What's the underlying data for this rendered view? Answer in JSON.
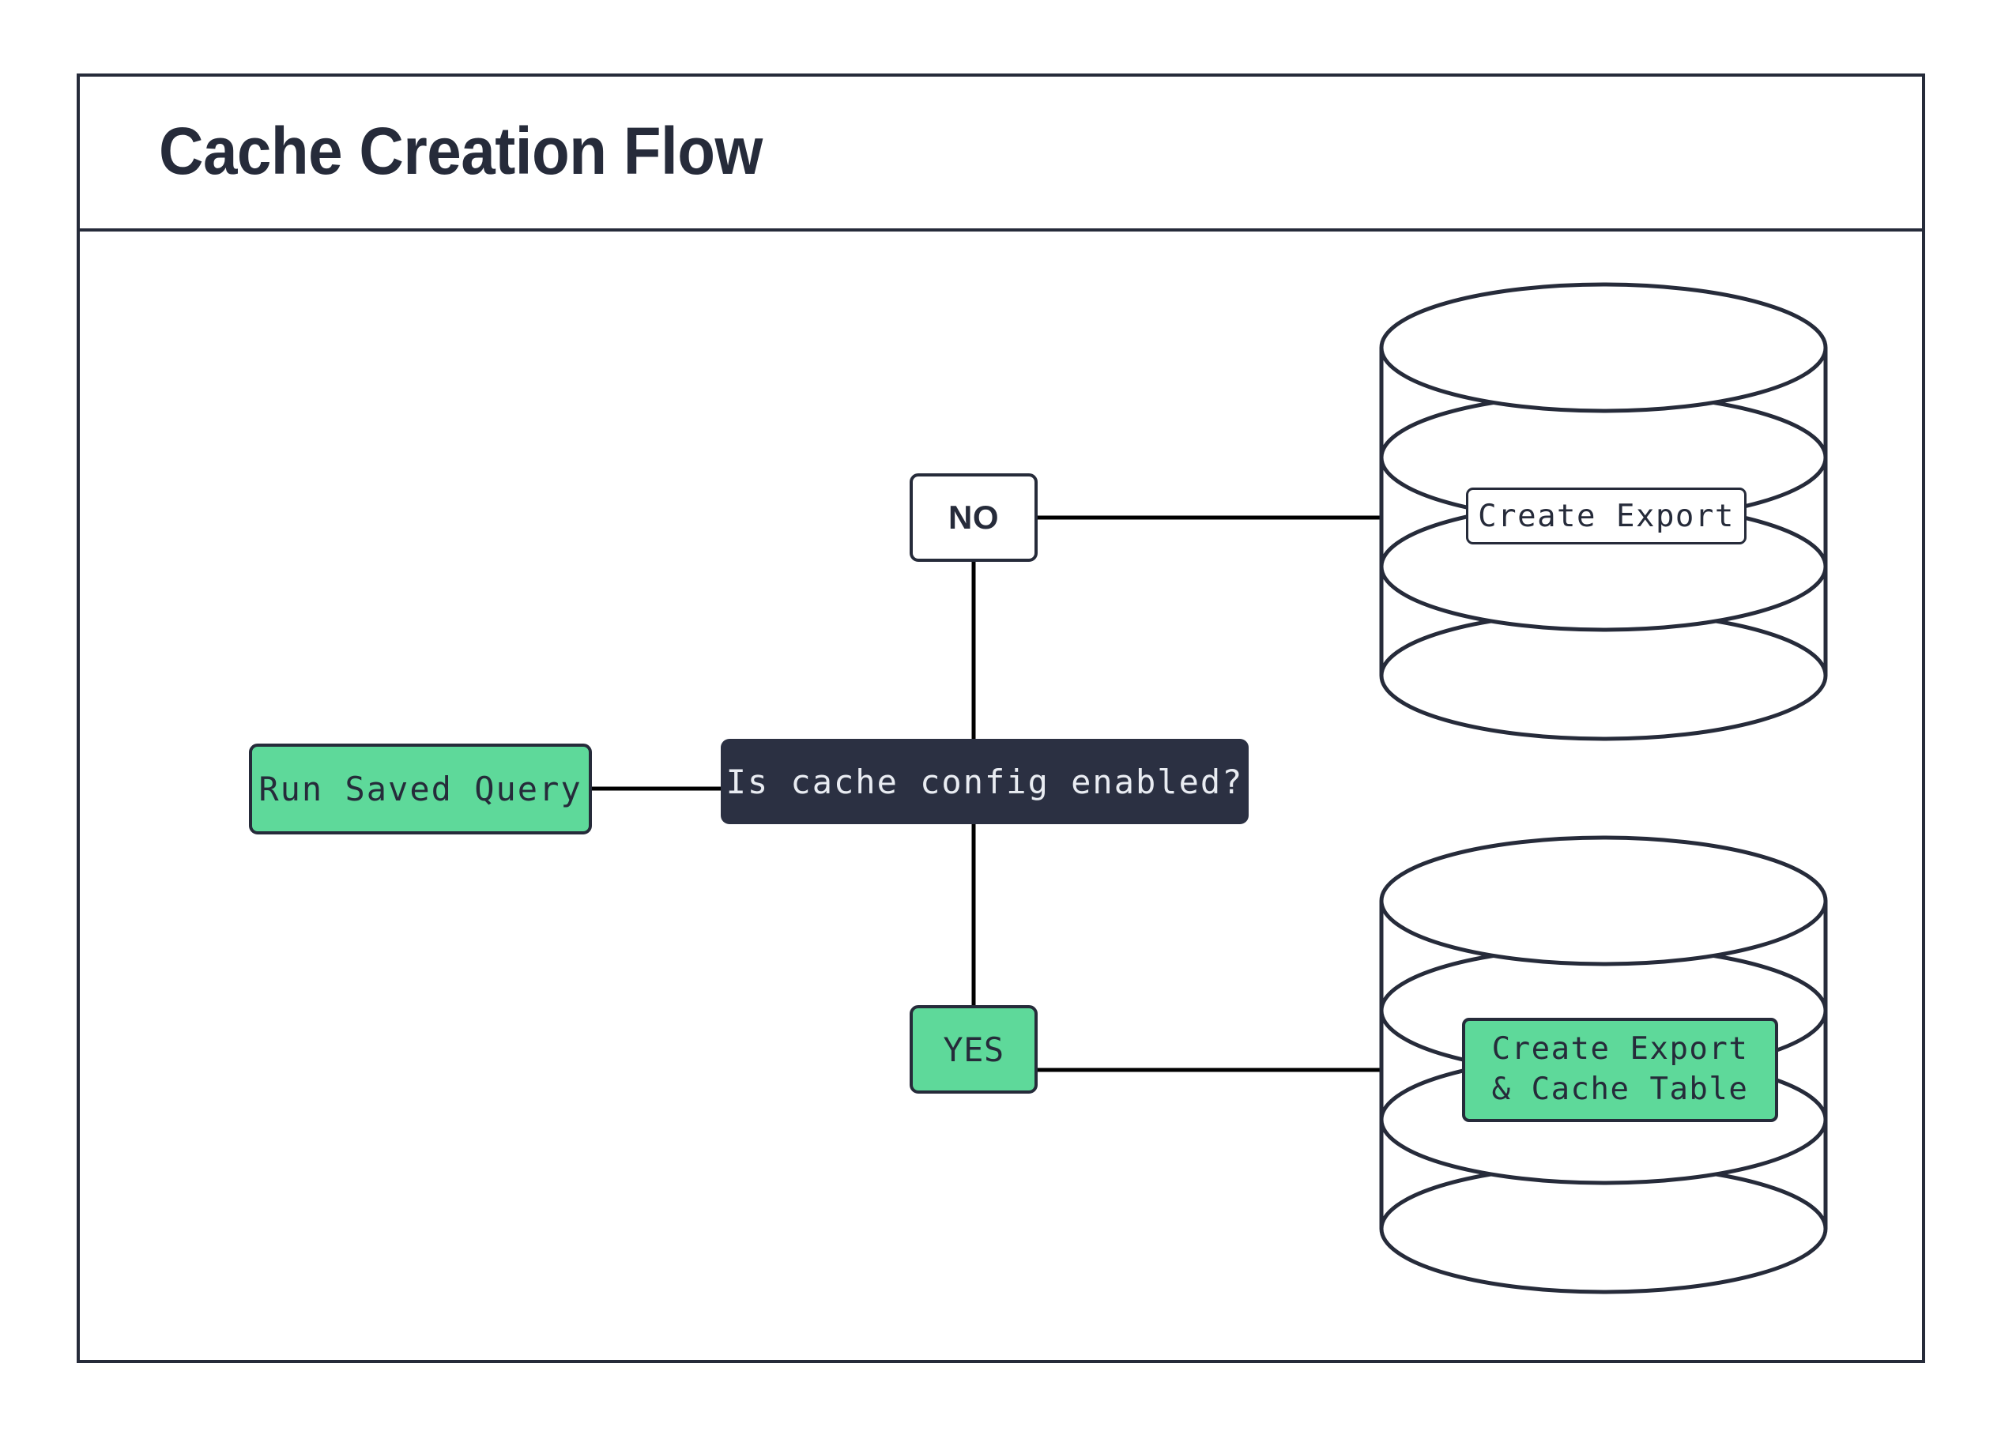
{
  "diagram": {
    "title": "Cache Creation Flow",
    "type": "flowchart",
    "colors": {
      "accent_green": "#5ed99a",
      "dark_navy": "#262b3a",
      "decision_fill": "#2b3042",
      "canvas": "#ffffff",
      "connector": "#000000"
    },
    "nodes": [
      {
        "id": "run-saved-query",
        "label": "Run Saved Query",
        "shape": "rounded-rect",
        "style": "green"
      },
      {
        "id": "decision",
        "label": "Is cache config enabled?",
        "shape": "rounded-rect",
        "style": "dark"
      },
      {
        "id": "branch-no",
        "label": "NO",
        "shape": "rounded-rect",
        "style": "white"
      },
      {
        "id": "branch-yes",
        "label": "YES",
        "shape": "rounded-rect",
        "style": "green"
      },
      {
        "id": "database-export",
        "label": "Create Export",
        "shape": "database-cylinder",
        "style": "white"
      },
      {
        "id": "database-export-cache",
        "label": "Create Export\n& Cache Table",
        "label_line1": "Create Export",
        "label_line2": "& Cache Table",
        "shape": "database-cylinder",
        "style": "green"
      }
    ],
    "edges": [
      {
        "from": "run-saved-query",
        "to": "decision",
        "label": ""
      },
      {
        "from": "decision",
        "to": "branch-no",
        "label": "NO"
      },
      {
        "from": "decision",
        "to": "branch-yes",
        "label": "YES"
      },
      {
        "from": "branch-no",
        "to": "database-export",
        "label": ""
      },
      {
        "from": "branch-yes",
        "to": "database-export-cache",
        "label": ""
      }
    ]
  }
}
